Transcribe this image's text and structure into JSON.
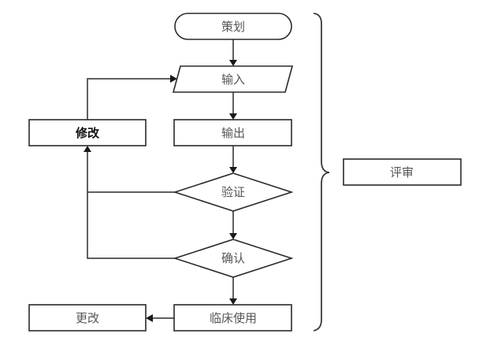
{
  "diagram": {
    "type": "flowchart",
    "nodes": {
      "planning": {
        "label": "策划",
        "shape": "terminal"
      },
      "input": {
        "label": "输入",
        "shape": "parallelogram"
      },
      "output": {
        "label": "输出",
        "shape": "process"
      },
      "verification": {
        "label": "验证",
        "shape": "decision"
      },
      "validation": {
        "label": "确认",
        "shape": "decision"
      },
      "clinical_use": {
        "label": "临床使用",
        "shape": "process"
      },
      "modify": {
        "label": "修改",
        "shape": "process",
        "emphasis": "bold"
      },
      "change": {
        "label": "更改",
        "shape": "process"
      },
      "review": {
        "label": "评审",
        "shape": "process"
      }
    },
    "edges": [
      {
        "from": "planning",
        "to": "input"
      },
      {
        "from": "input",
        "to": "output"
      },
      {
        "from": "output",
        "to": "verification"
      },
      {
        "from": "verification",
        "to": "validation"
      },
      {
        "from": "validation",
        "to": "clinical_use"
      },
      {
        "from": "verification",
        "to": "modify"
      },
      {
        "from": "validation",
        "to": "modify"
      },
      {
        "from": "modify",
        "to": "input"
      },
      {
        "from": "clinical_use",
        "to": "change"
      }
    ],
    "grouping": {
      "type": "curly-brace",
      "spans": [
        "planning",
        "clinical_use"
      ],
      "points_to": "review"
    },
    "colors": {
      "stroke": "#2a2a2a",
      "text": "#555555",
      "background": "#ffffff"
    }
  }
}
